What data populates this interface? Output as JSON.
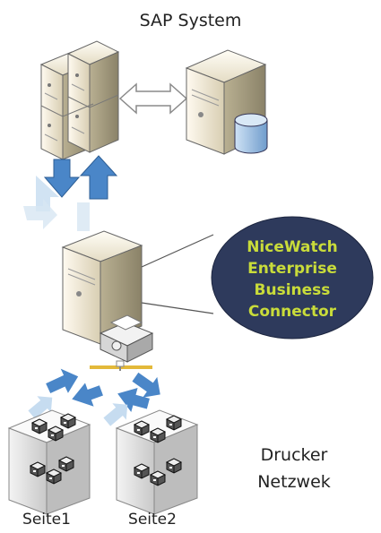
{
  "diagram": {
    "title": "SAP System",
    "connector_lines": [
      "NiceWatch",
      "Enterprise",
      "Business",
      "Connector"
    ],
    "printer_network_lines": [
      "Drucker",
      "Netzwek"
    ],
    "page_labels": [
      "Seite1",
      "Seite2"
    ]
  },
  "colors": {
    "bubble_fill": "#2e3a5c",
    "bubble_text": "#c9dc3a",
    "arrow_blue": "#4a86c8",
    "arrow_light": "#c6dcf0",
    "server_beige": "#e8e0c8",
    "db_blue": "#8fb8e0"
  },
  "icons": [
    "server-cluster-icon",
    "database-server-icon",
    "double-arrow-icon",
    "data-flow-arrows-icon",
    "connector-server-icon",
    "printer-icon",
    "network-icon",
    "printer-group-icon"
  ]
}
